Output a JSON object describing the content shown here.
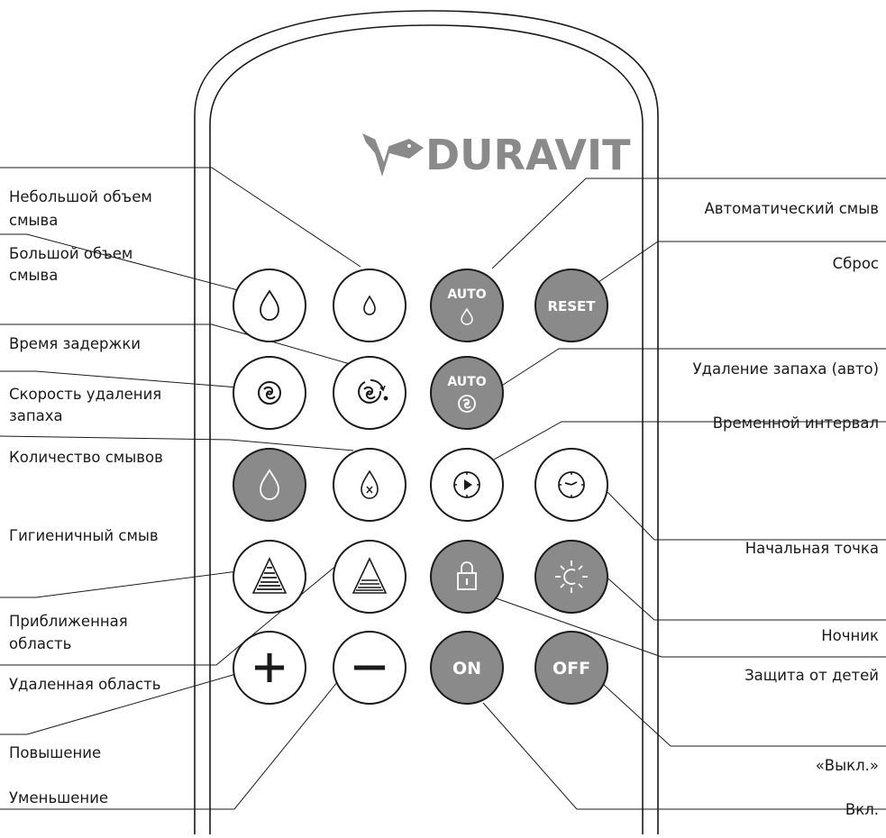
{
  "brand": {
    "logo_text": "DURAVIT"
  },
  "colors": {
    "dark_button": "#8a8a8a",
    "outline": "#1a1a1a",
    "background": "#ffffff"
  },
  "buttons": [
    {
      "id": "large-flush",
      "style": "light",
      "icon": "drop-large-icon"
    },
    {
      "id": "small-flush",
      "style": "light",
      "icon": "drop-small-icon"
    },
    {
      "id": "auto-flush",
      "style": "dark",
      "text": "AUTO",
      "icon": "drop-small-icon"
    },
    {
      "id": "reset",
      "style": "dark",
      "text": "RESET"
    },
    {
      "id": "odor-speed",
      "style": "light",
      "icon": "fan-icon"
    },
    {
      "id": "delay-time",
      "style": "light",
      "icon": "fan-timer-icon"
    },
    {
      "id": "auto-odor",
      "style": "dark",
      "text": "AUTO",
      "icon": "fan-icon"
    },
    {
      "id": "flush-count",
      "style": "dark",
      "icon": "drop-large-icon"
    },
    {
      "id": "flush-x",
      "style": "light",
      "icon": "drop-x-icon"
    },
    {
      "id": "time-interval",
      "style": "light",
      "icon": "clock-play-icon"
    },
    {
      "id": "start-point",
      "style": "light",
      "icon": "clock-icon"
    },
    {
      "id": "near-area",
      "style": "light",
      "icon": "triangle-dense-icon"
    },
    {
      "id": "far-area",
      "style": "light",
      "icon": "triangle-sparse-icon"
    },
    {
      "id": "child-lock",
      "style": "dark",
      "icon": "lock-icon"
    },
    {
      "id": "night-light",
      "style": "dark",
      "icon": "sun-moon-icon"
    },
    {
      "id": "increase",
      "style": "light",
      "icon": "plus-icon"
    },
    {
      "id": "decrease",
      "style": "light",
      "icon": "minus-icon"
    },
    {
      "id": "on",
      "style": "dark",
      "text": "ON"
    },
    {
      "id": "off",
      "style": "dark",
      "text": "OFF"
    }
  ],
  "labels_left": [
    {
      "id": "small-flush",
      "text": [
        "Небольшой объем",
        "смыва"
      ]
    },
    {
      "id": "large-flush",
      "text": [
        "Большой объем",
        "смыва"
      ]
    },
    {
      "id": "delay-time",
      "text": [
        "Время задержки"
      ]
    },
    {
      "id": "odor-speed",
      "text": [
        "Скорость удаления",
        "запаха"
      ]
    },
    {
      "id": "flush-count",
      "text": [
        "Количество смывов"
      ]
    },
    {
      "id": "hygiene-flush",
      "text": [
        "Гигиеничный смыв"
      ]
    },
    {
      "id": "near-area",
      "text": [
        "Приближенная",
        "область"
      ]
    },
    {
      "id": "far-area",
      "text": [
        "Удаленная область"
      ]
    },
    {
      "id": "increase",
      "text": [
        "Повышение"
      ]
    },
    {
      "id": "decrease",
      "text": [
        "Уменьшение"
      ]
    }
  ],
  "labels_right": [
    {
      "id": "auto-flush",
      "text": [
        "Автоматический смыв"
      ]
    },
    {
      "id": "reset",
      "text": [
        "Сброс"
      ]
    },
    {
      "id": "auto-odor",
      "text": [
        "Удаление запаха (авто)"
      ]
    },
    {
      "id": "time-interval",
      "text": [
        "Временной интервал"
      ]
    },
    {
      "id": "start-point",
      "text": [
        "Начальная точка"
      ]
    },
    {
      "id": "night-light",
      "text": [
        "Ночник"
      ]
    },
    {
      "id": "child-lock",
      "text": [
        "Защита от детей"
      ]
    },
    {
      "id": "off",
      "text": [
        "«Выкл.»"
      ]
    },
    {
      "id": "on",
      "text": [
        "Вкл."
      ]
    }
  ]
}
